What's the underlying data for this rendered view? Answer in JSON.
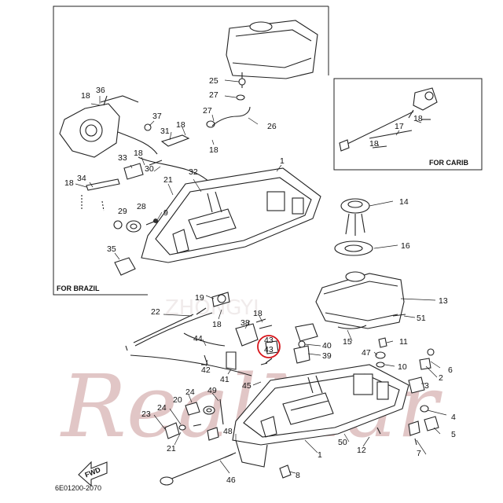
{
  "captions": {
    "brazil": "FOR BRAZIL",
    "carib": "FOR CARIB",
    "fwd": "FWD",
    "code": "6E01200-2070"
  },
  "watermarks": {
    "main": "RealMar",
    "sub": "ZHONGYI"
  },
  "callouts": [
    {
      "text": "36"
    },
    {
      "text": "18"
    },
    {
      "text": "37"
    },
    {
      "text": "31"
    },
    {
      "text": "18"
    },
    {
      "text": "27"
    },
    {
      "text": "25"
    },
    {
      "text": "27"
    },
    {
      "text": "26"
    },
    {
      "text": "18"
    },
    {
      "text": "33"
    },
    {
      "text": "18"
    },
    {
      "text": "34"
    },
    {
      "text": "18"
    },
    {
      "text": "30"
    },
    {
      "text": "21"
    },
    {
      "text": "32"
    },
    {
      "text": "1"
    },
    {
      "text": "29"
    },
    {
      "text": "28"
    },
    {
      "text": "9"
    },
    {
      "text": "35"
    },
    {
      "text": "18"
    },
    {
      "text": "17"
    },
    {
      "text": "18"
    },
    {
      "text": "14"
    },
    {
      "text": "16"
    },
    {
      "text": "13"
    },
    {
      "text": "51"
    },
    {
      "text": "19"
    },
    {
      "text": "22"
    },
    {
      "text": "18"
    },
    {
      "text": "38"
    },
    {
      "text": "18"
    },
    {
      "text": "43"
    },
    {
      "text": "43"
    },
    {
      "text": "40"
    },
    {
      "text": "39"
    },
    {
      "text": "15"
    },
    {
      "text": "11"
    },
    {
      "text": "47"
    },
    {
      "text": "10"
    },
    {
      "text": "44"
    },
    {
      "text": "42"
    },
    {
      "text": "41"
    },
    {
      "text": "45"
    },
    {
      "text": "6"
    },
    {
      "text": "3"
    },
    {
      "text": "2"
    },
    {
      "text": "49"
    },
    {
      "text": "24"
    },
    {
      "text": "20"
    },
    {
      "text": "24"
    },
    {
      "text": "23"
    },
    {
      "text": "48"
    },
    {
      "text": "21"
    },
    {
      "text": "1"
    },
    {
      "text": "50"
    },
    {
      "text": "12"
    },
    {
      "text": "4"
    },
    {
      "text": "5"
    },
    {
      "text": "7"
    },
    {
      "text": "8"
    },
    {
      "text": "46"
    }
  ]
}
